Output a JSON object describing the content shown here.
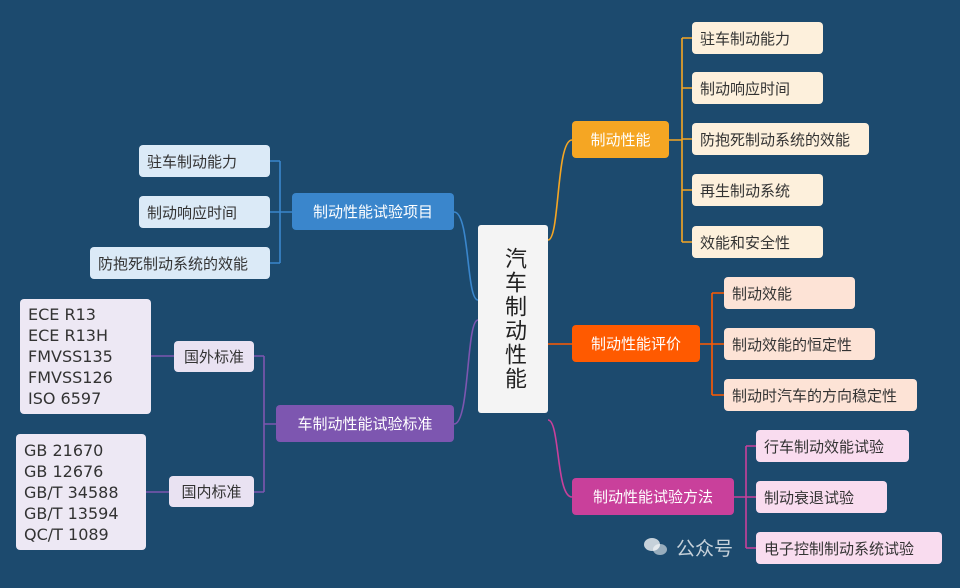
{
  "center": {
    "label": "汽车制动性能"
  },
  "right": [
    {
      "label": "制动性能",
      "color": "#f5a623",
      "children": [
        "驻车制动能力",
        "制动响应时间",
        "防抱死制动系统的效能",
        "再生制动系统",
        "效能和安全性"
      ]
    },
    {
      "label": "制动性能评价",
      "color": "#ff5a00",
      "children": [
        "制动效能",
        "制动效能的恒定性",
        "制动时汽车的方向稳定性"
      ]
    },
    {
      "label": "制动性能试验方法",
      "color": "#c9409b",
      "children": [
        "行车制动效能试验",
        "制动衰退试验",
        "电子控制制动系统试验"
      ]
    }
  ],
  "left": [
    {
      "label": "制动性能试验项目",
      "color": "#3a86cc",
      "children": [
        "驻车制动能力",
        "制动响应时间",
        "防抱死制动系统的效能"
      ]
    },
    {
      "label": "车制动性能试验标准",
      "color": "#7d56b0",
      "children": [
        {
          "label": "国外标准",
          "items": [
            "ECE R13",
            "ECE R13H",
            "FMVSS135",
            "FMVSS126",
            "ISO 6597"
          ]
        },
        {
          "label": "国内标准",
          "items": [
            "GB 21670",
            "GB 12676",
            "GB/T 34588",
            "GB/T 13594",
            "QC/T 1089"
          ]
        }
      ]
    }
  ],
  "watermark": {
    "text": "公众号",
    "icon": "wechat-icon"
  }
}
